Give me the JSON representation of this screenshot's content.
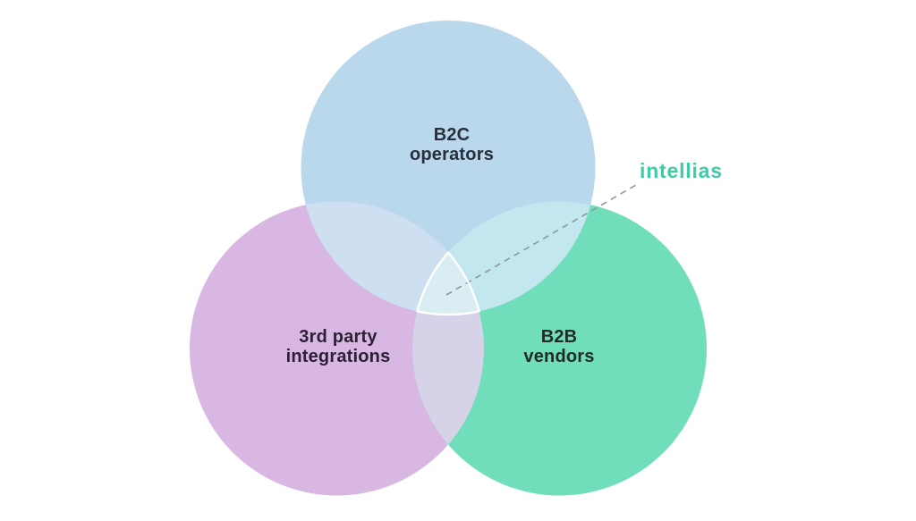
{
  "page": {
    "background": "#FFFFFF"
  },
  "diagram": {
    "type": "venn-3-set",
    "sets": [
      {
        "name": "B2C operators",
        "label_line1": "B2C",
        "label_line2": "operators",
        "fill": "#B9D8EC",
        "label_color": "#27303C"
      },
      {
        "name": "3rd party integrations",
        "label_line1": "3rd party",
        "label_line2": "integrations",
        "fill": "#D9B7E3",
        "label_color": "#2B2133"
      },
      {
        "name": "B2B vendors",
        "label_line1": "B2B",
        "label_line2": "vendors",
        "fill": "#70DEBB",
        "label_color": "#1E2C29"
      }
    ],
    "overlaps": {
      "b2c_with_3rd_party": "#CDDFF0",
      "b2c_with_b2b": "#C2E7EE",
      "third_party_with_b2b": "#D6D3E9",
      "center_all_three": "#D9EDF3",
      "center_outline": "#FFFFFF"
    },
    "connector": {
      "color": "#8B97A2"
    },
    "logo": {
      "text": "intellias",
      "color": "#3CCDA4"
    }
  }
}
